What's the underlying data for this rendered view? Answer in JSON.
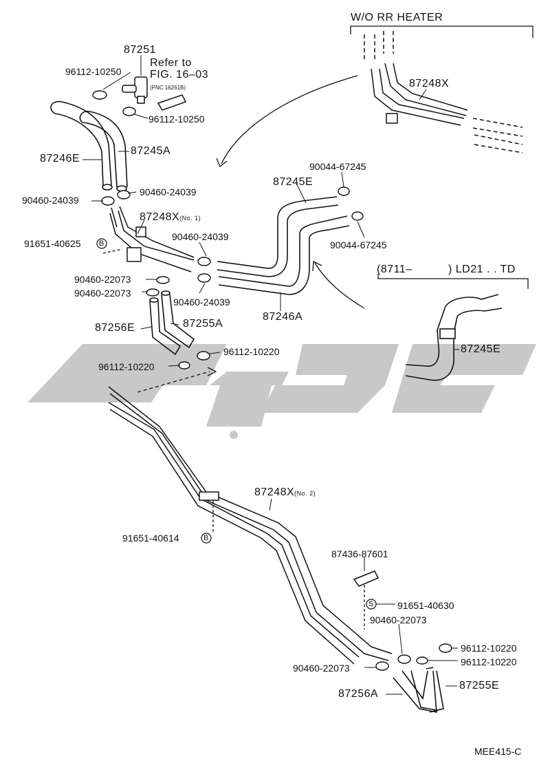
{
  "header": {
    "wo_rr_heater": "W/O RR HEATER",
    "variant_label_left": "(8711–",
    "variant_label_right": ") LD21 . . TD"
  },
  "parts": {
    "p87251": "87251",
    "refer_to": "Refer to",
    "fig": "FIG. 16–03",
    "pnc": "(PNC 16261B)",
    "p96112_10250_a": "96112-10250",
    "p96112_10250_b": "96112-10250",
    "p87246E": "87246E",
    "p87245A": "87245A",
    "p90460_24039_a": "90460-24039",
    "p90460_24039_b": "90460-24039",
    "p87248X_no1": "87248X",
    "no1": "(No. 1)",
    "p91651_40625": "91651-40625",
    "p90460_24039_c": "90460-24039",
    "p90460_22073_a": "90460-22073",
    "p90460_22073_b": "90460-22073",
    "p90460_24039_d": "90460-24039",
    "p87256E": "87256E",
    "p87255A": "87255A",
    "p96112_10220_a": "96112-10220",
    "p96112_10220_b": "96112-10220",
    "p87248X_top": "87248X",
    "p90044_67245_a": "90044-67245",
    "p87245E_top": "87245E",
    "p90044_67245_b": "90044-67245",
    "p87246A": "87246A",
    "p87245E_right": "87245E",
    "p87248X_no2": "87248X",
    "no2": "(No. 2)",
    "p91651_40614": "91651-40614",
    "p87436_87601": "87436-87601",
    "p91651_40630": "91651-40630",
    "p90460_22073_c": "90460-22073",
    "p90460_22073_d": "90460-22073",
    "p96112_10220_c": "96112-10220",
    "p96112_10220_d": "96112-10220",
    "p87256A": "87256A",
    "p87255E": "87255E"
  },
  "markers": {
    "b": "B",
    "s": "S"
  },
  "footer": {
    "code": "MEE415-C"
  },
  "watermark": {
    "color": "#c8c8c8"
  }
}
